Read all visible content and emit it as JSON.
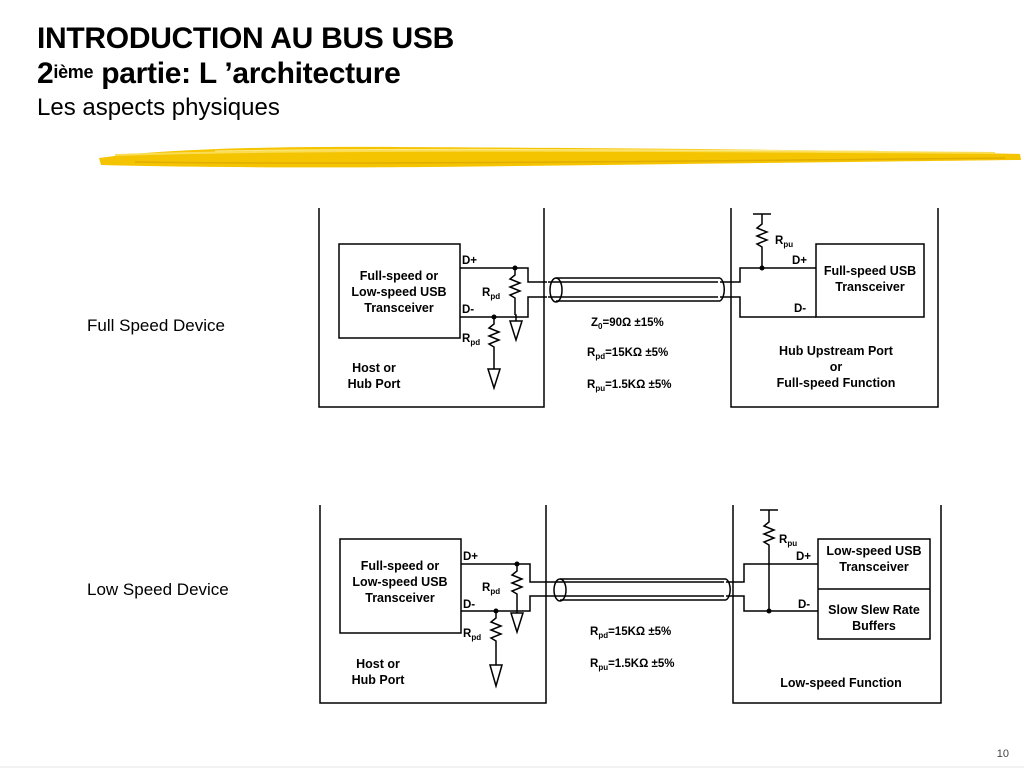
{
  "slide": {
    "title": "INTRODUCTION AU BUS USB",
    "subtitle_number": "2",
    "subtitle_sup": "ième",
    "subtitle_rest": " partie: L ’architecture",
    "section": "Les aspects physiques",
    "page_number": "10"
  },
  "colors": {
    "accent": "#f5c400",
    "line": "#000000"
  },
  "full_speed": {
    "label": "Full Speed Device",
    "host_box": [
      "Full-speed or",
      "Low-speed USB",
      "Transceiver"
    ],
    "host_caption": [
      "Host or",
      "Hub Port"
    ],
    "device_box": [
      "Full-speed USB",
      "Transceiver"
    ],
    "device_caption": [
      "Hub Upstream Port",
      "or",
      "Full-speed Function"
    ],
    "dplus": "D+",
    "dminus": "D-",
    "r_main": "R",
    "pd_sub": "pd",
    "pu_sub": "pu",
    "z0_main": "Z",
    "z0_sub": "0",
    "z0_value": "=90Ω ±15%",
    "rpd_value": "=15KΩ ±5%",
    "rpu_value": "=1.5KΩ ±5%"
  },
  "low_speed": {
    "label": "Low Speed Device",
    "host_box": [
      "Full-speed or",
      "Low-speed USB",
      "Transceiver"
    ],
    "host_caption": [
      "Host or",
      "Hub Port"
    ],
    "device_box": [
      "Low-speed USB",
      "Transceiver"
    ],
    "device_box2": [
      "Slow Slew Rate",
      "Buffers"
    ],
    "device_caption": "Low-speed Function",
    "dplus": "D+",
    "dminus": "D-",
    "r_main": "R",
    "pd_sub": "pd",
    "pu_sub": "pu",
    "rpd_value": "=15KΩ ±5%",
    "rpu_value": "=1.5KΩ ±5%"
  }
}
